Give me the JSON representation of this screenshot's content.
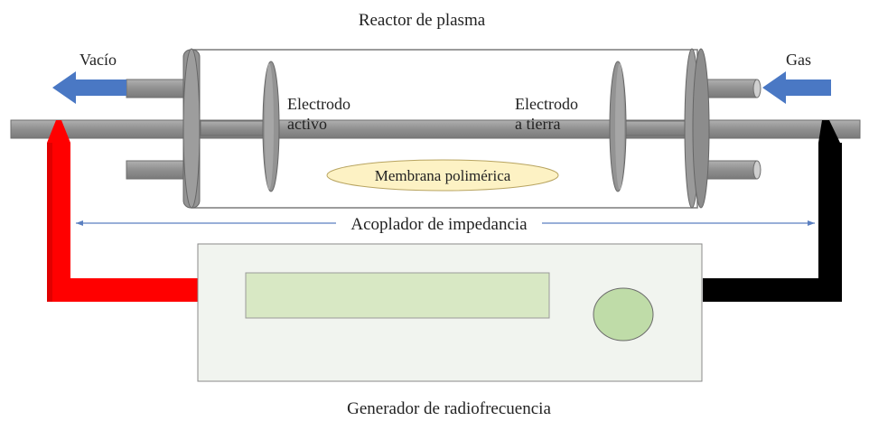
{
  "labels": {
    "reactor": "Reactor de plasma",
    "vacuum": "Vacío",
    "gas": "Gas",
    "active_electrode_line1": "Electrodo",
    "active_electrode_line2": "activo",
    "ground_electrode_line1": "Electrodo",
    "ground_electrode_line2": "a tierra",
    "membrane": "Membrana polimérica",
    "impedance_coupler": "Acoplador de impedancia",
    "rf_generator": "Generador de radiofrecuencia"
  },
  "colors": {
    "pipe": "#8f8f8f",
    "flange": "#939393",
    "arrow": "#4a78c4",
    "hot_cable": "#ff0000",
    "ground_cable": "#000000",
    "membrane_fill": "#fdf2c4",
    "generator_body": "#f1f4ef",
    "display": "#d8e8c4",
    "knob": "#bfdca8",
    "coupler_line": "#5a7fc0"
  }
}
